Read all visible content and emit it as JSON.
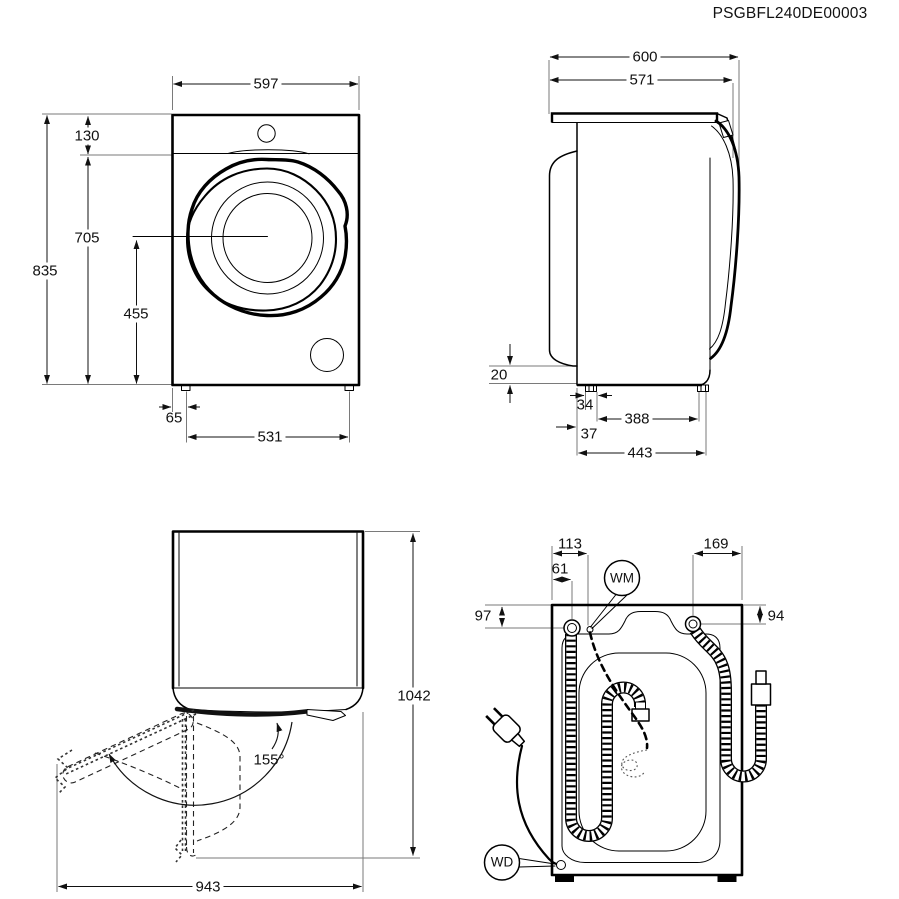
{
  "header": {
    "code": "PSGBFL240DE00003"
  },
  "front_view": {
    "width": "597",
    "panel_height": "130",
    "below_panel_height": "705",
    "total_height": "835",
    "door_center_height": "455",
    "foot_side_offset": "65",
    "feet_spacing": "531"
  },
  "side_view": {
    "total_depth": "600",
    "body_depth": "571",
    "rear_bottom_gap": "20",
    "foot_width": "34",
    "feet_spacing": "388",
    "rear_foot_offset": "37",
    "feet_outer_span": "443"
  },
  "door_open_view": {
    "open_height": "1042",
    "door_opening_angle": "155°",
    "open_depth": "943"
  },
  "rear_view": {
    "power_cable_offset": "113",
    "drain_hose_offset": "61",
    "inlet_hose_offset": "169",
    "drain_hose_top_offset": "97",
    "inlet_hose_top_offset": "94",
    "mains_connection_label": "WM",
    "drain_connection_label": "WD"
  },
  "colors": {
    "ink": "#111111",
    "paper": "#ffffff"
  }
}
